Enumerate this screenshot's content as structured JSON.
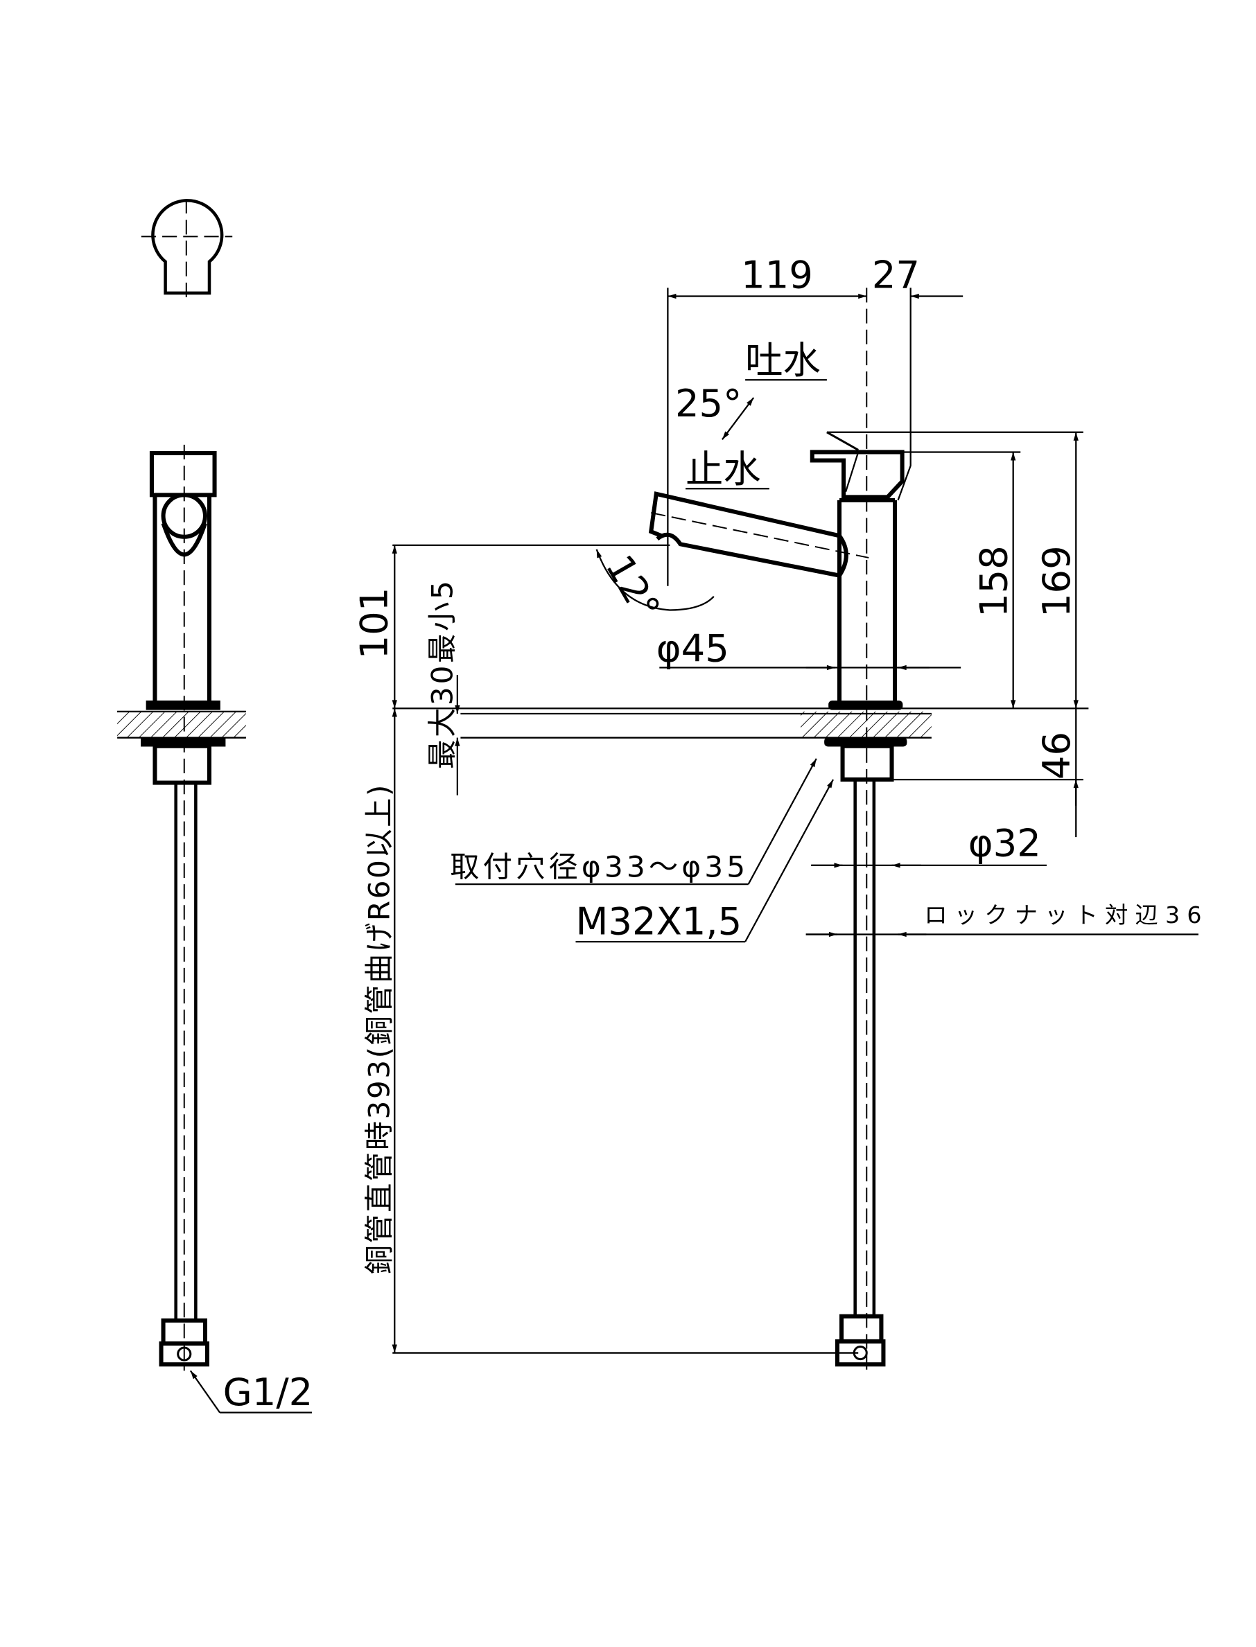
{
  "drawing": {
    "dimensions": {
      "spout_reach": "119",
      "handle_offset": "27",
      "spout_open": "吐水",
      "spout_closed": "止水",
      "handle_angle": "25°",
      "spout_angle": "12°",
      "body_diameter": "φ45",
      "height_to_handle": "158",
      "overall_height": "169",
      "spout_height": "101",
      "counter_thickness": "最大30最小5",
      "shank_length": "46",
      "shank_diameter": "φ32",
      "mount_hole": "取付穴径φ33～φ35",
      "thread": "M32X1,5",
      "locknut": "ロックナット対辺36",
      "pipe_length": "銅管直管時393(銅管曲げR60以上)",
      "connection": "G1/2"
    }
  }
}
